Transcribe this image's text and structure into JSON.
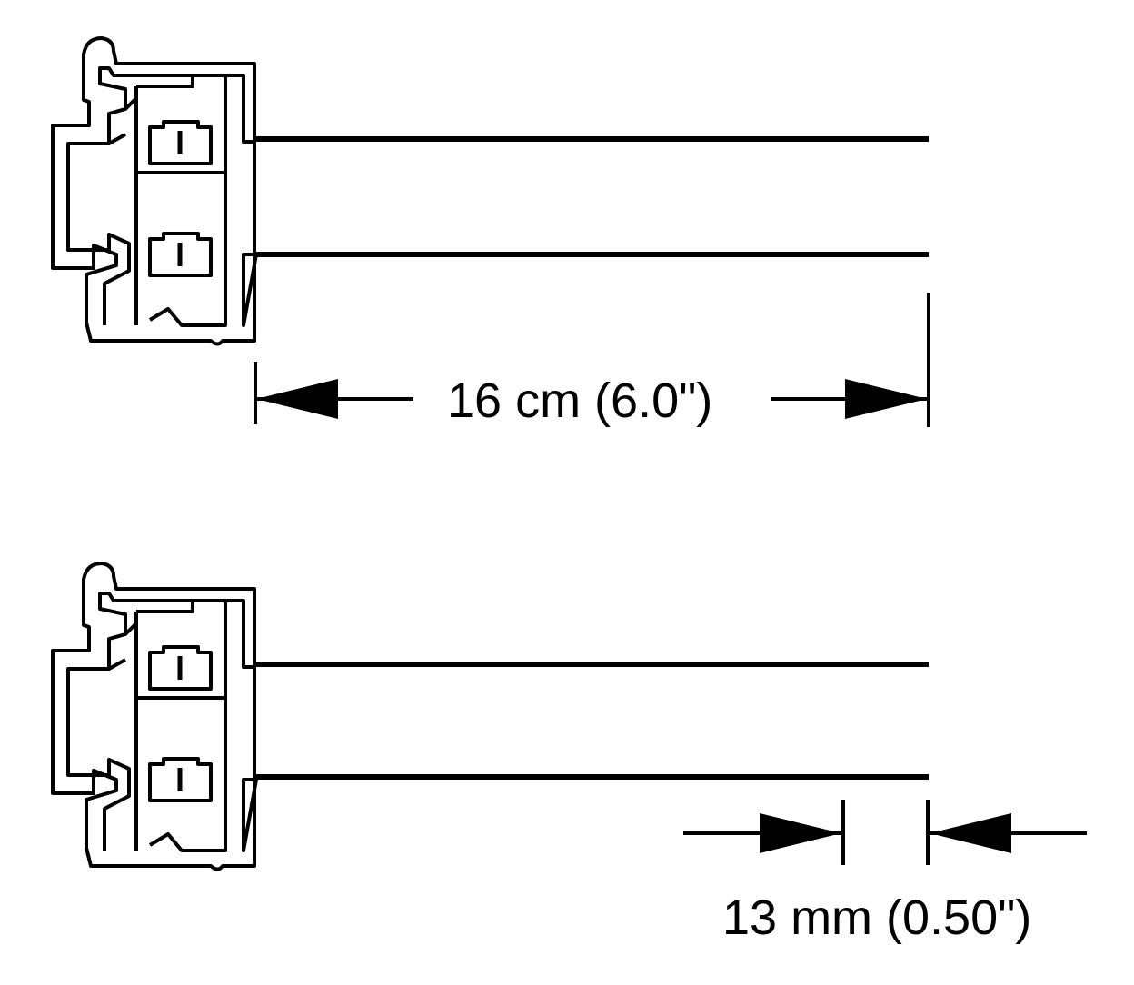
{
  "diagram": {
    "dimensions": [
      {
        "label": "16 cm (6.0\")"
      },
      {
        "label": "13 mm (0.50\")"
      }
    ],
    "parts": [
      {
        "name": "connector-top",
        "wires": 2
      },
      {
        "name": "connector-bottom",
        "wires": 2
      }
    ]
  }
}
